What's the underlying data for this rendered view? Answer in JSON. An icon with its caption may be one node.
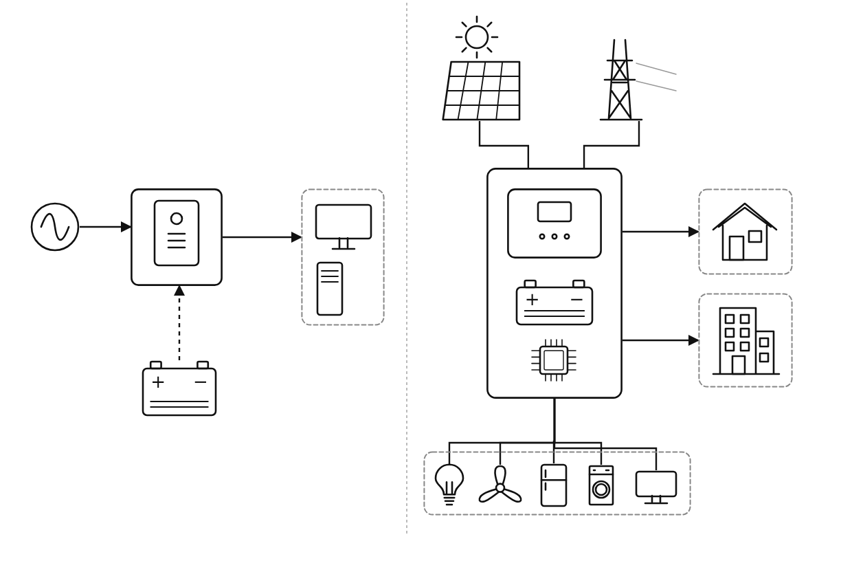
{
  "diagram": {
    "nodes": [
      {
        "text": [],
        "shape": "circle"
      },
      {
        "text": [],
        "shape": "box"
      },
      {
        "text": [
          "+",
          "−"
        ]
      },
      {
        "text": [],
        "shape": "box"
      },
      {
        "text": [],
        "shape": "monitor",
        "in": 3
      },
      {
        "text": [],
        "shape": "computer",
        "in": 3
      },
      {
        "text": [],
        "shape": "panel"
      },
      {
        "text": [],
        "shape": "pylon"
      },
      {
        "text": [],
        "shape": "box"
      },
      {
        "text": [],
        "shape": "box",
        "in": 8
      },
      {
        "text": [
          "+",
          "−"
        ],
        "in": 8
      },
      {
        "text": [],
        "shape": "chip",
        "in": 8
      },
      {
        "text": [],
        "shape": "box"
      },
      {
        "text": [],
        "shape": "house",
        "in": 12
      },
      {
        "text": [],
        "shape": "box"
      },
      {
        "text": [],
        "shape": "building",
        "in": 14
      },
      {
        "text": [],
        "shape": "box"
      },
      {
        "text": [],
        "shape": "bulb",
        "in": 16
      },
      {
        "text": [],
        "shape": "fan",
        "in": 16
      },
      {
        "text": [],
        "shape": "fridge",
        "in": 16
      },
      {
        "text": [],
        "shape": "washer",
        "in": 16
      },
      {
        "text": [],
        "shape": "monitor",
        "in": 16
      }
    ],
    "edges": [
      {
        "from": 0,
        "to": 1,
        "arrow": "to"
      },
      {
        "from": 2,
        "to": 1,
        "arrow": "to",
        "style": "dashed"
      },
      {
        "from": 1,
        "to": 3,
        "arrow": "to"
      },
      {
        "from": 6,
        "to": 8,
        "arrow": "none"
      },
      {
        "from": 7,
        "to": 8,
        "arrow": "none"
      },
      {
        "from": 8,
        "to": 12,
        "arrow": "to"
      },
      {
        "from": 8,
        "to": 14,
        "arrow": "to"
      },
      {
        "from": 8,
        "to": 17,
        "arrow": "none"
      },
      {
        "from": 8,
        "to": 18,
        "arrow": "none"
      },
      {
        "from": 8,
        "to": 19,
        "arrow": "none"
      },
      {
        "from": 8,
        "to": 20,
        "arrow": "none"
      },
      {
        "from": 8,
        "to": 21,
        "arrow": "none"
      }
    ]
  }
}
